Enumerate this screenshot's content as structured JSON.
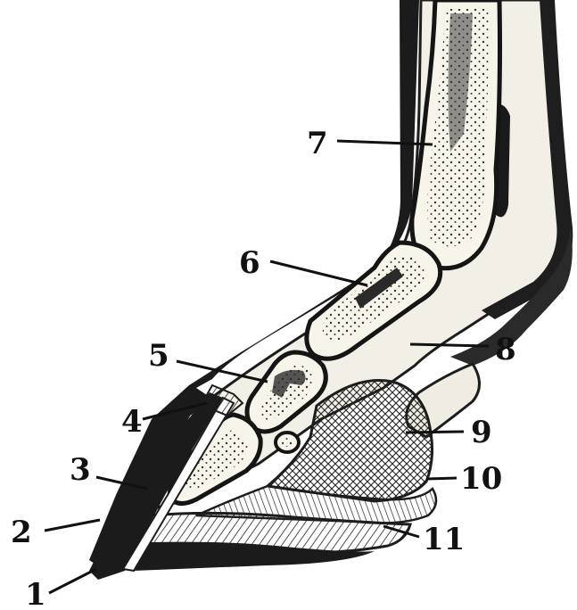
{
  "labels": [
    {
      "num": "1"
    },
    {
      "num": "2"
    },
    {
      "num": "3"
    },
    {
      "num": "4"
    },
    {
      "num": "5"
    },
    {
      "num": "6"
    },
    {
      "num": "7"
    },
    {
      "num": "8"
    },
    {
      "num": "9"
    },
    {
      "num": "10"
    },
    {
      "num": "11"
    }
  ]
}
